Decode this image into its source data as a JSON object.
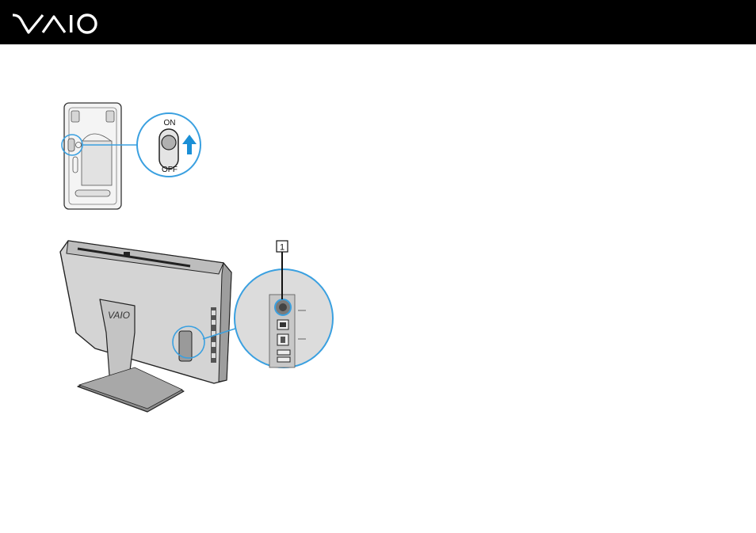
{
  "header": {
    "background": "#000000",
    "logo_text": "VAIO",
    "logo_color": "#ffffff"
  },
  "figure1": {
    "switch_on_label": "ON",
    "switch_off_label": "OFF",
    "arrow_color": "#1a8fd6"
  },
  "figure2": {
    "callout_number": "1",
    "back_logo_text": "VAIO"
  }
}
